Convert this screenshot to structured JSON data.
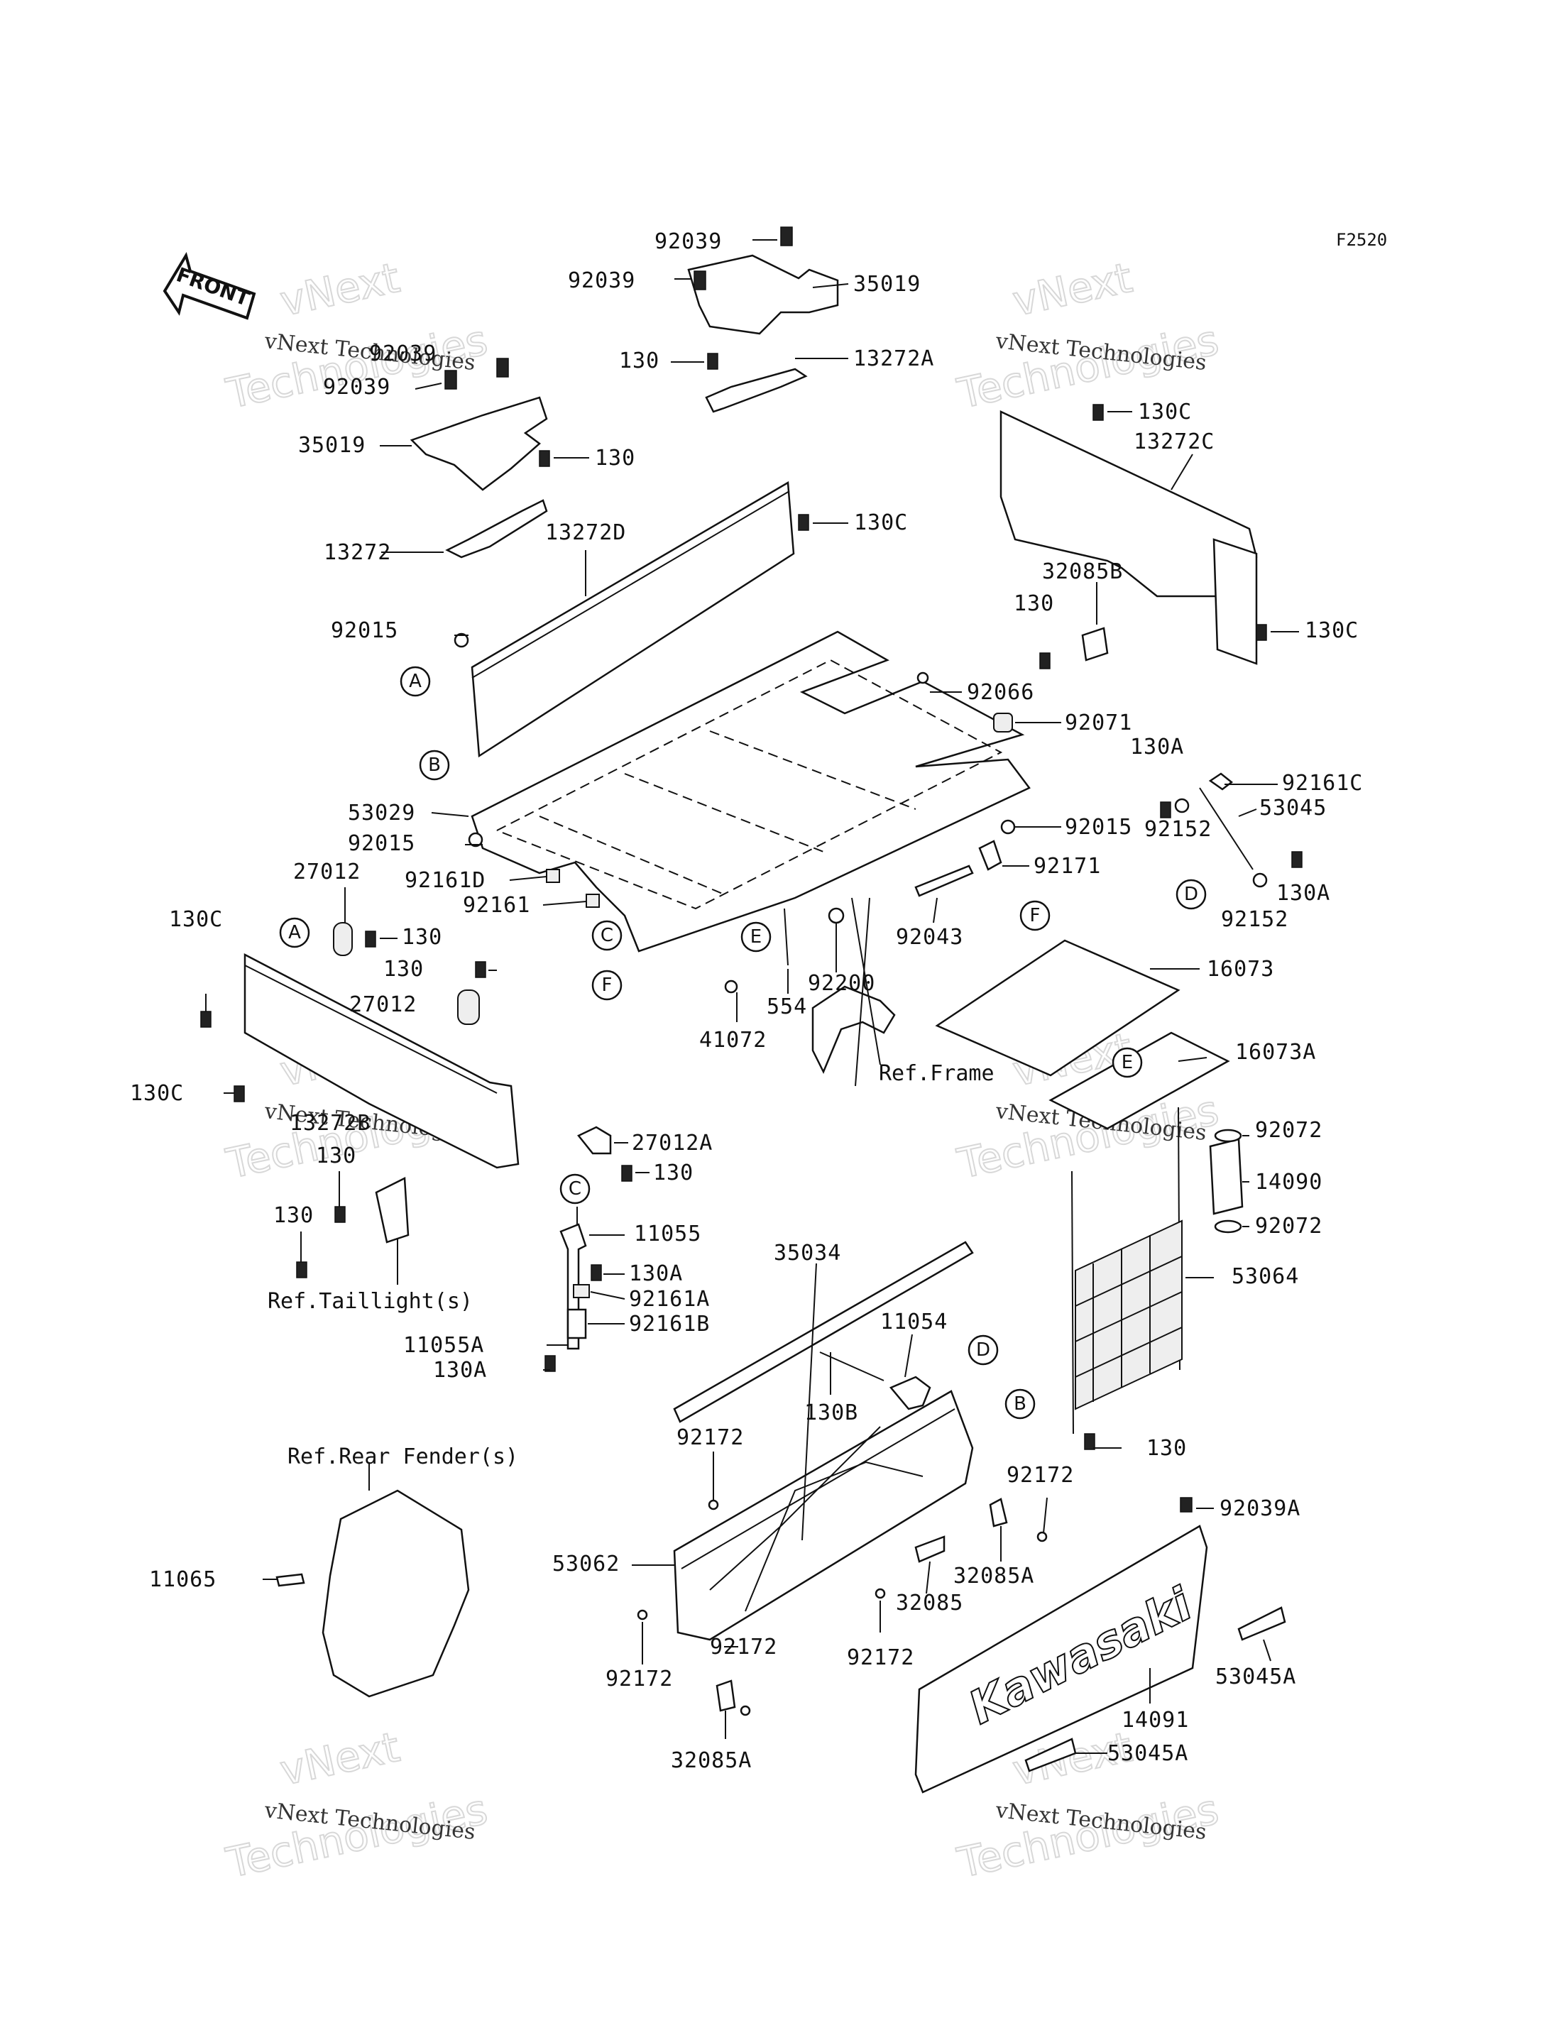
{
  "figure_code": "F2520",
  "front_arrow_label": "FRONT",
  "watermark": {
    "line1": "vNext",
    "line2": "Technologies",
    "caption": "vNext Technologies"
  },
  "brand_decal": "Kawasaki",
  "callout_letters": [
    "A",
    "B",
    "C",
    "D",
    "E",
    "F"
  ],
  "part_labels": [
    "92039",
    "92039",
    "35019",
    "130",
    "13272A",
    "92039",
    "92039",
    "35019",
    "130",
    "13272",
    "13272D",
    "130C",
    "130C",
    "13272C",
    "32085B",
    "130",
    "130C",
    "92015",
    "92066",
    "92071",
    "130A",
    "92161C",
    "53045",
    "92015",
    "92152",
    "130A",
    "92152",
    "53029",
    "92015",
    "92161D",
    "92161",
    "92171",
    "92043",
    "27012",
    "130C",
    "130",
    "130",
    "27012",
    "130C",
    "13272B",
    "27012A",
    "130",
    "130",
    "130",
    "11055",
    "130A",
    "92161A",
    "92161B",
    "11055A",
    "130A",
    "41072",
    "554",
    "92200",
    "16073",
    "16073A",
    "92072",
    "14090",
    "92072",
    "53064",
    "130",
    "35034",
    "11054",
    "130B",
    "92172",
    "92172",
    "92039A",
    "53062",
    "32085A",
    "32085",
    "92172",
    "92172",
    "92172",
    "32085A",
    "11065",
    "14091",
    "53045A",
    "53045A"
  ],
  "reference_labels": [
    "Ref.Frame",
    "Ref.Taillight(s)",
    "Ref.Rear Fender(s)"
  ]
}
